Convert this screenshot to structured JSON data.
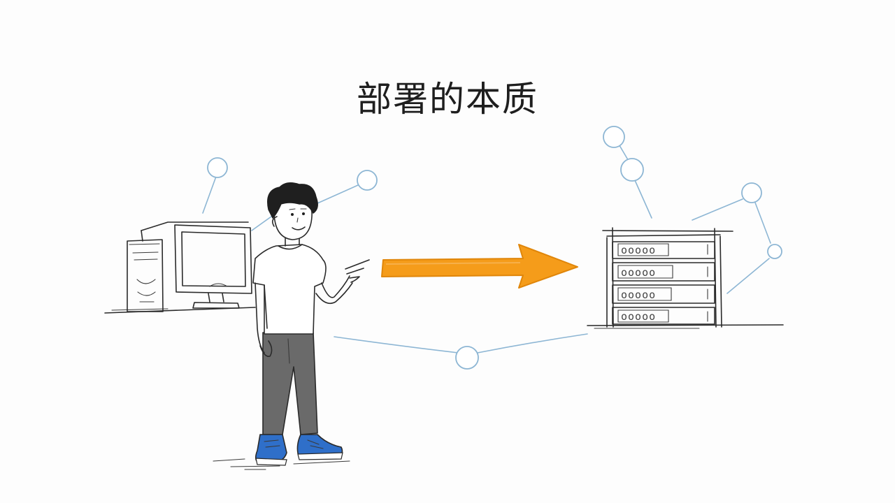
{
  "title": "部署的本质",
  "server_units": [
    {
      "label": "ooooo"
    },
    {
      "label": "ooooo"
    },
    {
      "label": "ooooo"
    },
    {
      "label": "ooooo"
    }
  ],
  "colors": {
    "arrow": "#f59c1a",
    "network": "#8db6d4",
    "ink": "#2a2a2a",
    "shoes": "#2f6fc9",
    "pants": "#6a6a6a"
  },
  "icons": [
    "desktop-computer-icon",
    "person-pointing-icon",
    "deploy-arrow-icon",
    "server-rack-icon",
    "network-node-icon"
  ]
}
